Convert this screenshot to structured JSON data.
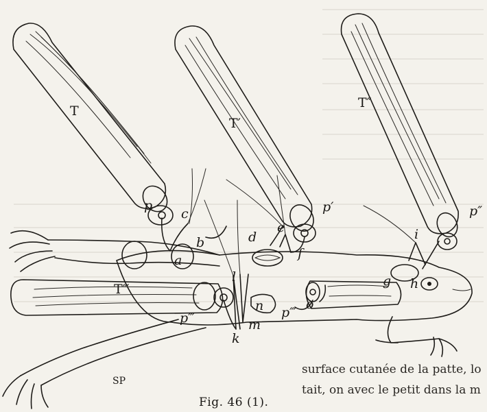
{
  "figure": {
    "caption": "Fig. 46 (1).",
    "monogram": "SP"
  },
  "tube_labels": {
    "T": "T",
    "T1": "T′",
    "T2": "T″",
    "T3": "T‴"
  },
  "pin_labels": {
    "p": "p",
    "p1": "p′",
    "p2": "p″",
    "p3": "p‴",
    "p4": "p‴"
  },
  "point_labels": {
    "a": "a",
    "b": "b",
    "c": "c",
    "d": "d",
    "e": "e",
    "f": "f",
    "g": "g",
    "h": "h",
    "i": "i",
    "k": "k",
    "l": "l",
    "m": "m",
    "n": "n",
    "o": "o"
  },
  "bleed_text": {
    "bottom_line_1": "surface cutanée de la patte, lorsque droit, on s'en arrê-",
    "bottom_line_2": "tait, on avec le petit dans la même mode. Lorsque"
  }
}
